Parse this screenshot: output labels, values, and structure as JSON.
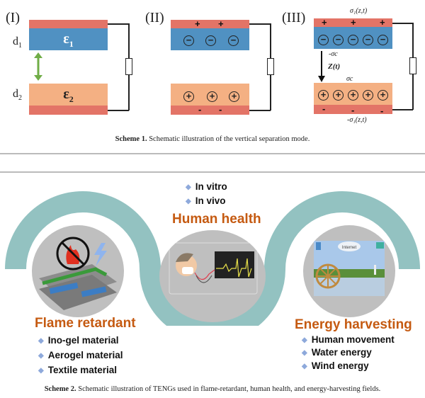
{
  "scheme1": {
    "panels": [
      {
        "label": "(I)",
        "d1": "d",
        "d1_sub": "1",
        "d2": "d",
        "d2_sub": "2",
        "eps1": "ε",
        "eps1_sub": "1",
        "eps2": "ε",
        "eps2_sub": "2"
      },
      {
        "label": "(II)",
        "top_signs": [
          "+",
          "+"
        ],
        "top_charges": [
          "−",
          "−",
          "−"
        ],
        "bottom_charges": [
          "+",
          "+",
          "+"
        ],
        "bottom_signs": [
          "-",
          "-"
        ]
      },
      {
        "label": "(III)",
        "top_signs": [
          "+",
          "+",
          "+"
        ],
        "top_charges": [
          "−",
          "−",
          "−",
          "−",
          "−"
        ],
        "bottom_charges": [
          "+",
          "+",
          "+",
          "+",
          "+"
        ],
        "bottom_signs": [
          "-",
          "-",
          "-"
        ],
        "sigma_top": "σ₁(z,t)",
        "sigma_c_neg": "-σc",
        "z_label": "Z(t)",
        "sigma_c": "σc",
        "sigma_bottom": "-σ₁(z,t)"
      }
    ],
    "caption_bold": "Scheme 1.",
    "caption_text": " Schematic illustration of the vertical separation mode."
  },
  "scheme2": {
    "human_health": {
      "title": "Human health",
      "items": [
        "In vitro",
        "In vivo"
      ]
    },
    "flame_retardant": {
      "title": "Flame retardant",
      "items": [
        "Ino-gel material",
        "Aerogel material",
        "Textile material"
      ]
    },
    "energy_harvesting": {
      "title": "Energy harvesting",
      "items": [
        "Human movement",
        "Water energy",
        "Wind energy"
      ]
    },
    "internet_label": "Internet",
    "caption_bold": "Scheme 2.",
    "caption_text": " Schematic illustration of TENGs used in flame-retardant, human health, and energy-harvesting fields."
  },
  "colors": {
    "electrode": "#e37467",
    "dielectric1": "#5091c2",
    "dielectric2": "#f4b083",
    "arc": "#93c2c1",
    "topic": "#c55a11",
    "bullet": "#8ea9db"
  }
}
